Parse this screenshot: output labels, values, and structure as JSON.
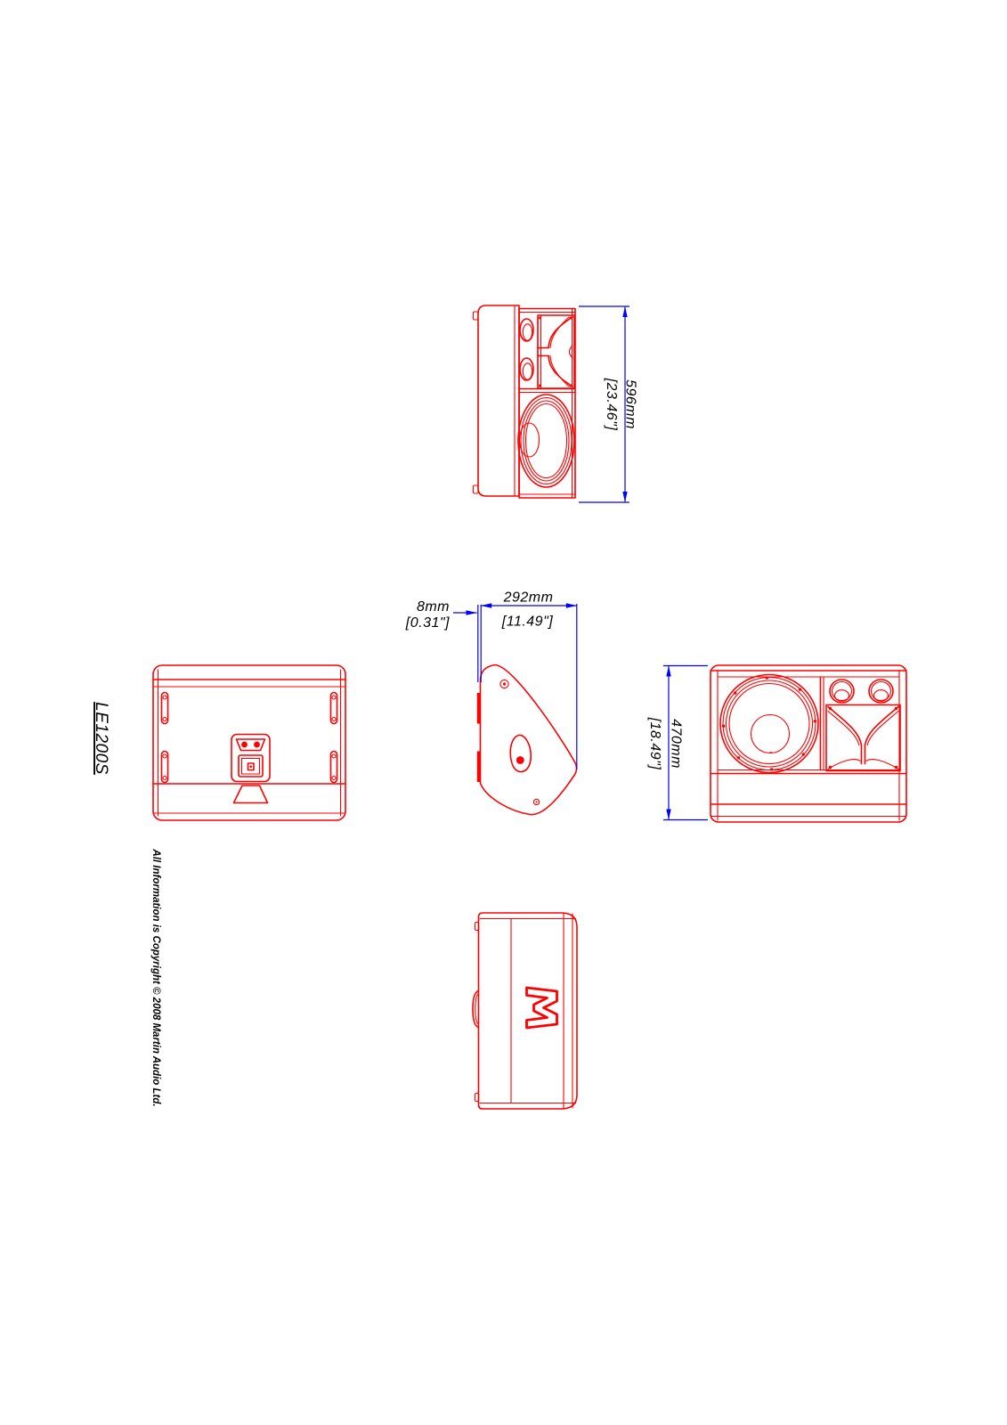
{
  "sheet": {
    "product_model": "LE1200S",
    "copyright": "All Information is Copyright © 2008 Martin Audio Ltd."
  },
  "dimensions": {
    "height": {
      "metric": "596mm",
      "imperial": "[23.46\"]"
    },
    "depth": {
      "metric": "292mm",
      "imperial": "[11.49\"]"
    },
    "rail": {
      "metric": "8mm",
      "imperial": "[0.31\"]"
    },
    "width": {
      "metric": "470mm",
      "imperial": "[18.49\"]"
    }
  },
  "style": {
    "drawing_line_color": "#ff0000",
    "dimension_line_color": "#0000ff",
    "text_color": "#000000",
    "background": "#ffffff"
  }
}
